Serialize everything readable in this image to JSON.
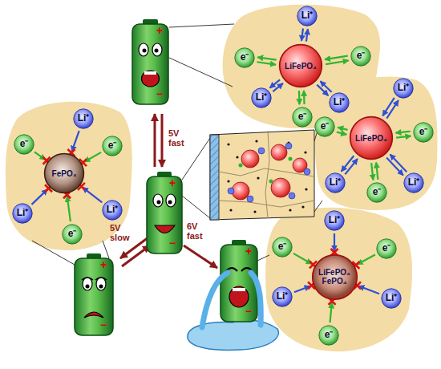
{
  "diagram": {
    "nodes": [
      {
        "text": [
          "LiFePO₄"
        ]
      },
      {
        "text": [
          "Li⁺"
        ]
      },
      {
        "text": [
          "e⁻"
        ]
      },
      {
        "text": [
          "e⁻"
        ]
      },
      {
        "text": [
          "Li⁺"
        ]
      },
      {
        "text": [
          "e⁻"
        ]
      },
      {
        "text": [
          "Li⁺"
        ]
      },
      {
        "text": [
          "LiFePO₄"
        ]
      },
      {
        "text": [
          "Li⁺"
        ]
      },
      {
        "text": [
          "e⁻"
        ]
      },
      {
        "text": [
          "e⁻"
        ]
      },
      {
        "text": [
          "Li⁺"
        ]
      },
      {
        "text": [
          "e⁻"
        ]
      },
      {
        "text": [
          "Li⁺"
        ]
      },
      {
        "text": [
          "FePO₄"
        ]
      },
      {
        "text": [
          "Li⁺"
        ]
      },
      {
        "text": [
          "e⁻"
        ]
      },
      {
        "text": [
          "e⁻"
        ]
      },
      {
        "text": [
          "Li⁺"
        ]
      },
      {
        "text": [
          "e⁻"
        ]
      },
      {
        "text": [
          "Li⁺"
        ]
      },
      {
        "text": [
          "LiFePO₄ FePO₄"
        ]
      },
      {
        "text": [
          "Li⁺"
        ]
      },
      {
        "text": [
          "e⁻"
        ]
      },
      {
        "text": [
          "e⁻"
        ]
      },
      {
        "text": [
          "Li⁺"
        ]
      },
      {
        "text": [
          "e⁻"
        ]
      },
      {
        "text": [
          "Li⁺"
        ]
      }
    ],
    "edges": [
      {
        "from": 1,
        "to": 0,
        "arrow": "both"
      },
      {
        "from": 2,
        "to": 0,
        "arrow": "both"
      },
      {
        "from": 3,
        "to": 0,
        "arrow": "both"
      },
      {
        "from": 4,
        "to": 0,
        "arrow": "both"
      },
      {
        "from": 5,
        "to": 0,
        "arrow": "both"
      },
      {
        "from": 6,
        "to": 0,
        "arrow": "both"
      },
      {
        "from": 8,
        "to": 7,
        "arrow": "both"
      },
      {
        "from": 9,
        "to": 7,
        "arrow": "both"
      },
      {
        "from": 10,
        "to": 7,
        "arrow": "both"
      },
      {
        "from": 11,
        "to": 7,
        "arrow": "both"
      },
      {
        "from": 12,
        "to": 7,
        "arrow": "both"
      },
      {
        "from": 13,
        "to": 7,
        "arrow": "both"
      },
      {
        "from": 15,
        "to": 14,
        "arrow": "to"
      },
      {
        "from": 16,
        "to": 14,
        "arrow": "to"
      },
      {
        "from": 17,
        "to": 14,
        "arrow": "to"
      },
      {
        "from": 18,
        "to": 14,
        "arrow": "to"
      },
      {
        "from": 19,
        "to": 14,
        "arrow": "to"
      },
      {
        "from": 20,
        "to": 14,
        "arrow": "to"
      },
      {
        "from": 22,
        "to": 21,
        "arrow": "to"
      },
      {
        "from": 23,
        "to": 21,
        "arrow": "to"
      },
      {
        "from": 24,
        "to": 21,
        "arrow": "to"
      },
      {
        "from": 25,
        "to": 21,
        "arrow": "to"
      },
      {
        "from": 26,
        "to": 21,
        "arrow": "to"
      },
      {
        "from": 27,
        "to": 21,
        "arrow": "to"
      }
    ],
    "labels": [
      "5V fast",
      "5V slow",
      "6V fast",
      "+",
      "−",
      "+",
      "−",
      "+",
      "−",
      "+",
      "−"
    ]
  }
}
